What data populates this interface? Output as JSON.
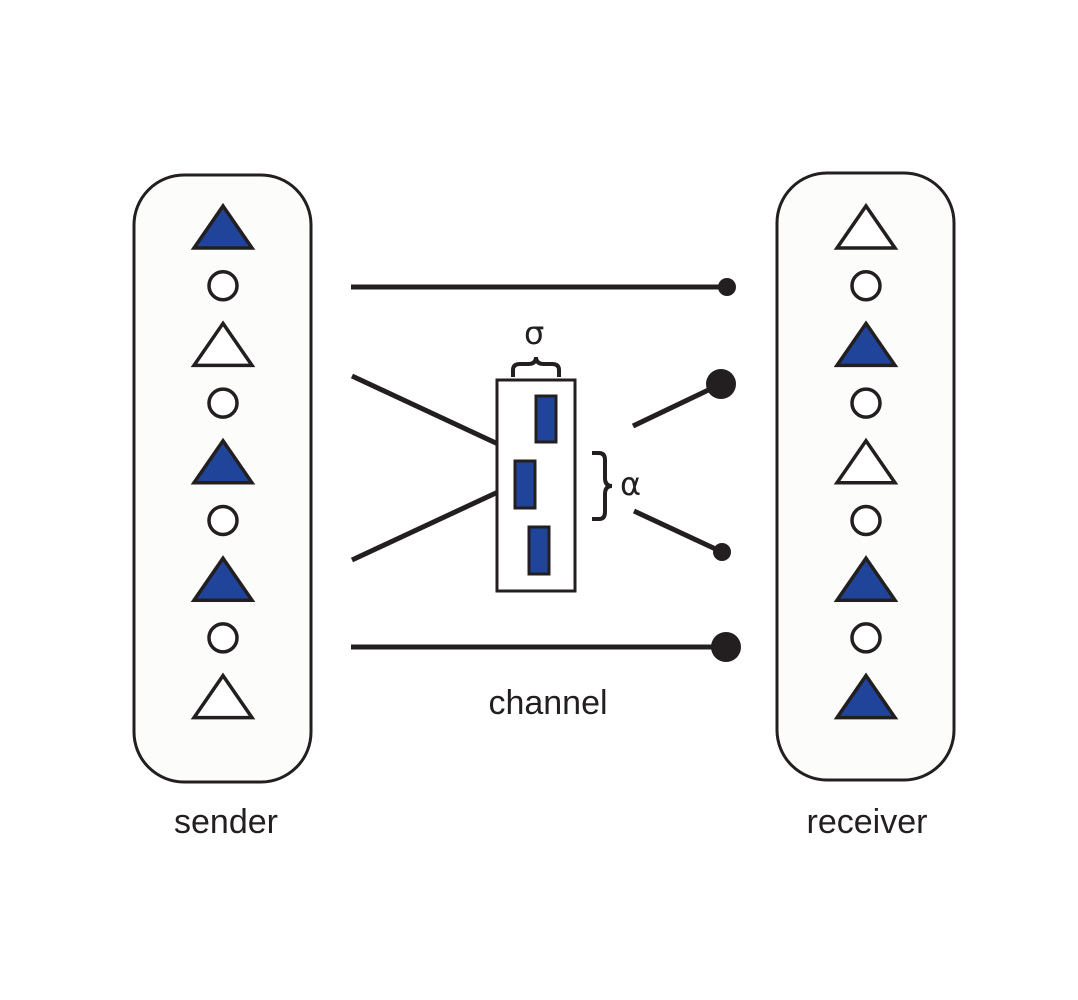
{
  "colors": {
    "ink": "#231f20",
    "fill": "#1f4499",
    "panel": "#fcfcfb"
  },
  "labels": {
    "sender": "sender",
    "receiver": "receiver",
    "channel": "channel",
    "sigma": "σ",
    "alpha": "α"
  },
  "sender_symbols": [
    "triangle-filled",
    "circle",
    "triangle-open",
    "circle",
    "triangle-filled",
    "circle",
    "triangle-filled",
    "circle",
    "triangle-open"
  ],
  "receiver_symbols": [
    "triangle-open",
    "circle",
    "triangle-filled",
    "circle",
    "triangle-open",
    "circle",
    "triangle-filled",
    "circle",
    "triangle-filled"
  ]
}
